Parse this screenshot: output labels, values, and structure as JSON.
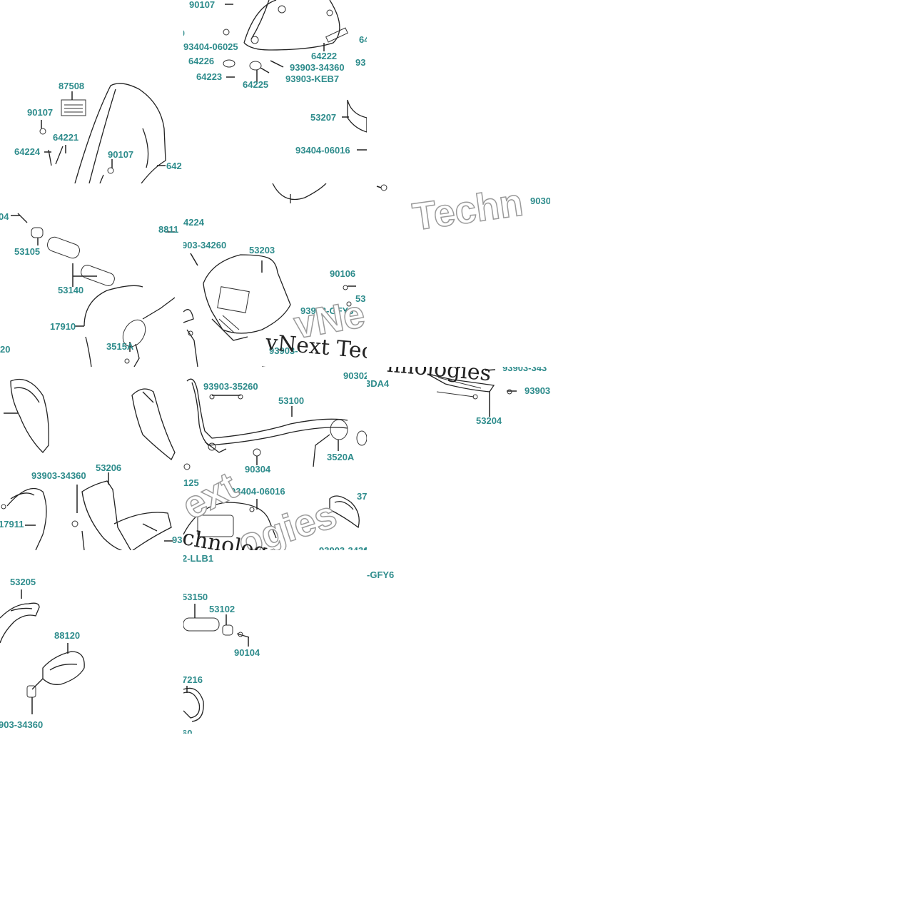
{
  "labels": {
    "t0": [
      "90107",
      "9010",
      "93404-06025",
      "64226",
      "64223",
      "64225",
      "93903-34360",
      "93903-KEB7",
      "64222",
      "64",
      "93"
    ],
    "t1": [
      "87508",
      "90107",
      "64221",
      "64224",
      "90107",
      "642"
    ],
    "t2": [
      "53207",
      "93404-06016"
    ],
    "t3": [
      "04",
      "53105",
      "53140",
      "17910",
      "3515A",
      "20",
      "8811"
    ],
    "t4": [
      "4224",
      "903-34260",
      "53203",
      "90106",
      "93903-GFY6",
      "53",
      "93903-"
    ],
    "t5": [
      "9030"
    ],
    "t6": [
      "93903-34360",
      "53206",
      "17911",
      "93"
    ],
    "t7": [
      "93903-35260",
      "53100",
      "90304",
      "3520A",
      "125",
      "93404-06016",
      "93903-3436"
    ],
    "t8": [
      "3DA4",
      "53204",
      "93903",
      "93903-343",
      "37",
      "60"
    ],
    "t9": [
      "53205",
      "88120",
      "903-34360"
    ],
    "t10": [
      "2-LLB1",
      "53150",
      "53102",
      "90104",
      "7216",
      "60"
    ],
    "t11": [
      "-GFY6"
    ],
    "t12": [
      "90302"
    ]
  },
  "watermarks": {
    "outline_top": "Techn",
    "serif_mid": "vNext Tec",
    "serif_mid2": "hnologies",
    "outline_mid": "vNe",
    "outline_low1": "ext",
    "outline_low2": "ogies",
    "serif_low": "chnolog"
  },
  "colors": {
    "label": "#2e8c8c",
    "line": "#222222",
    "watermark_outline": "#9a9a9a"
  }
}
